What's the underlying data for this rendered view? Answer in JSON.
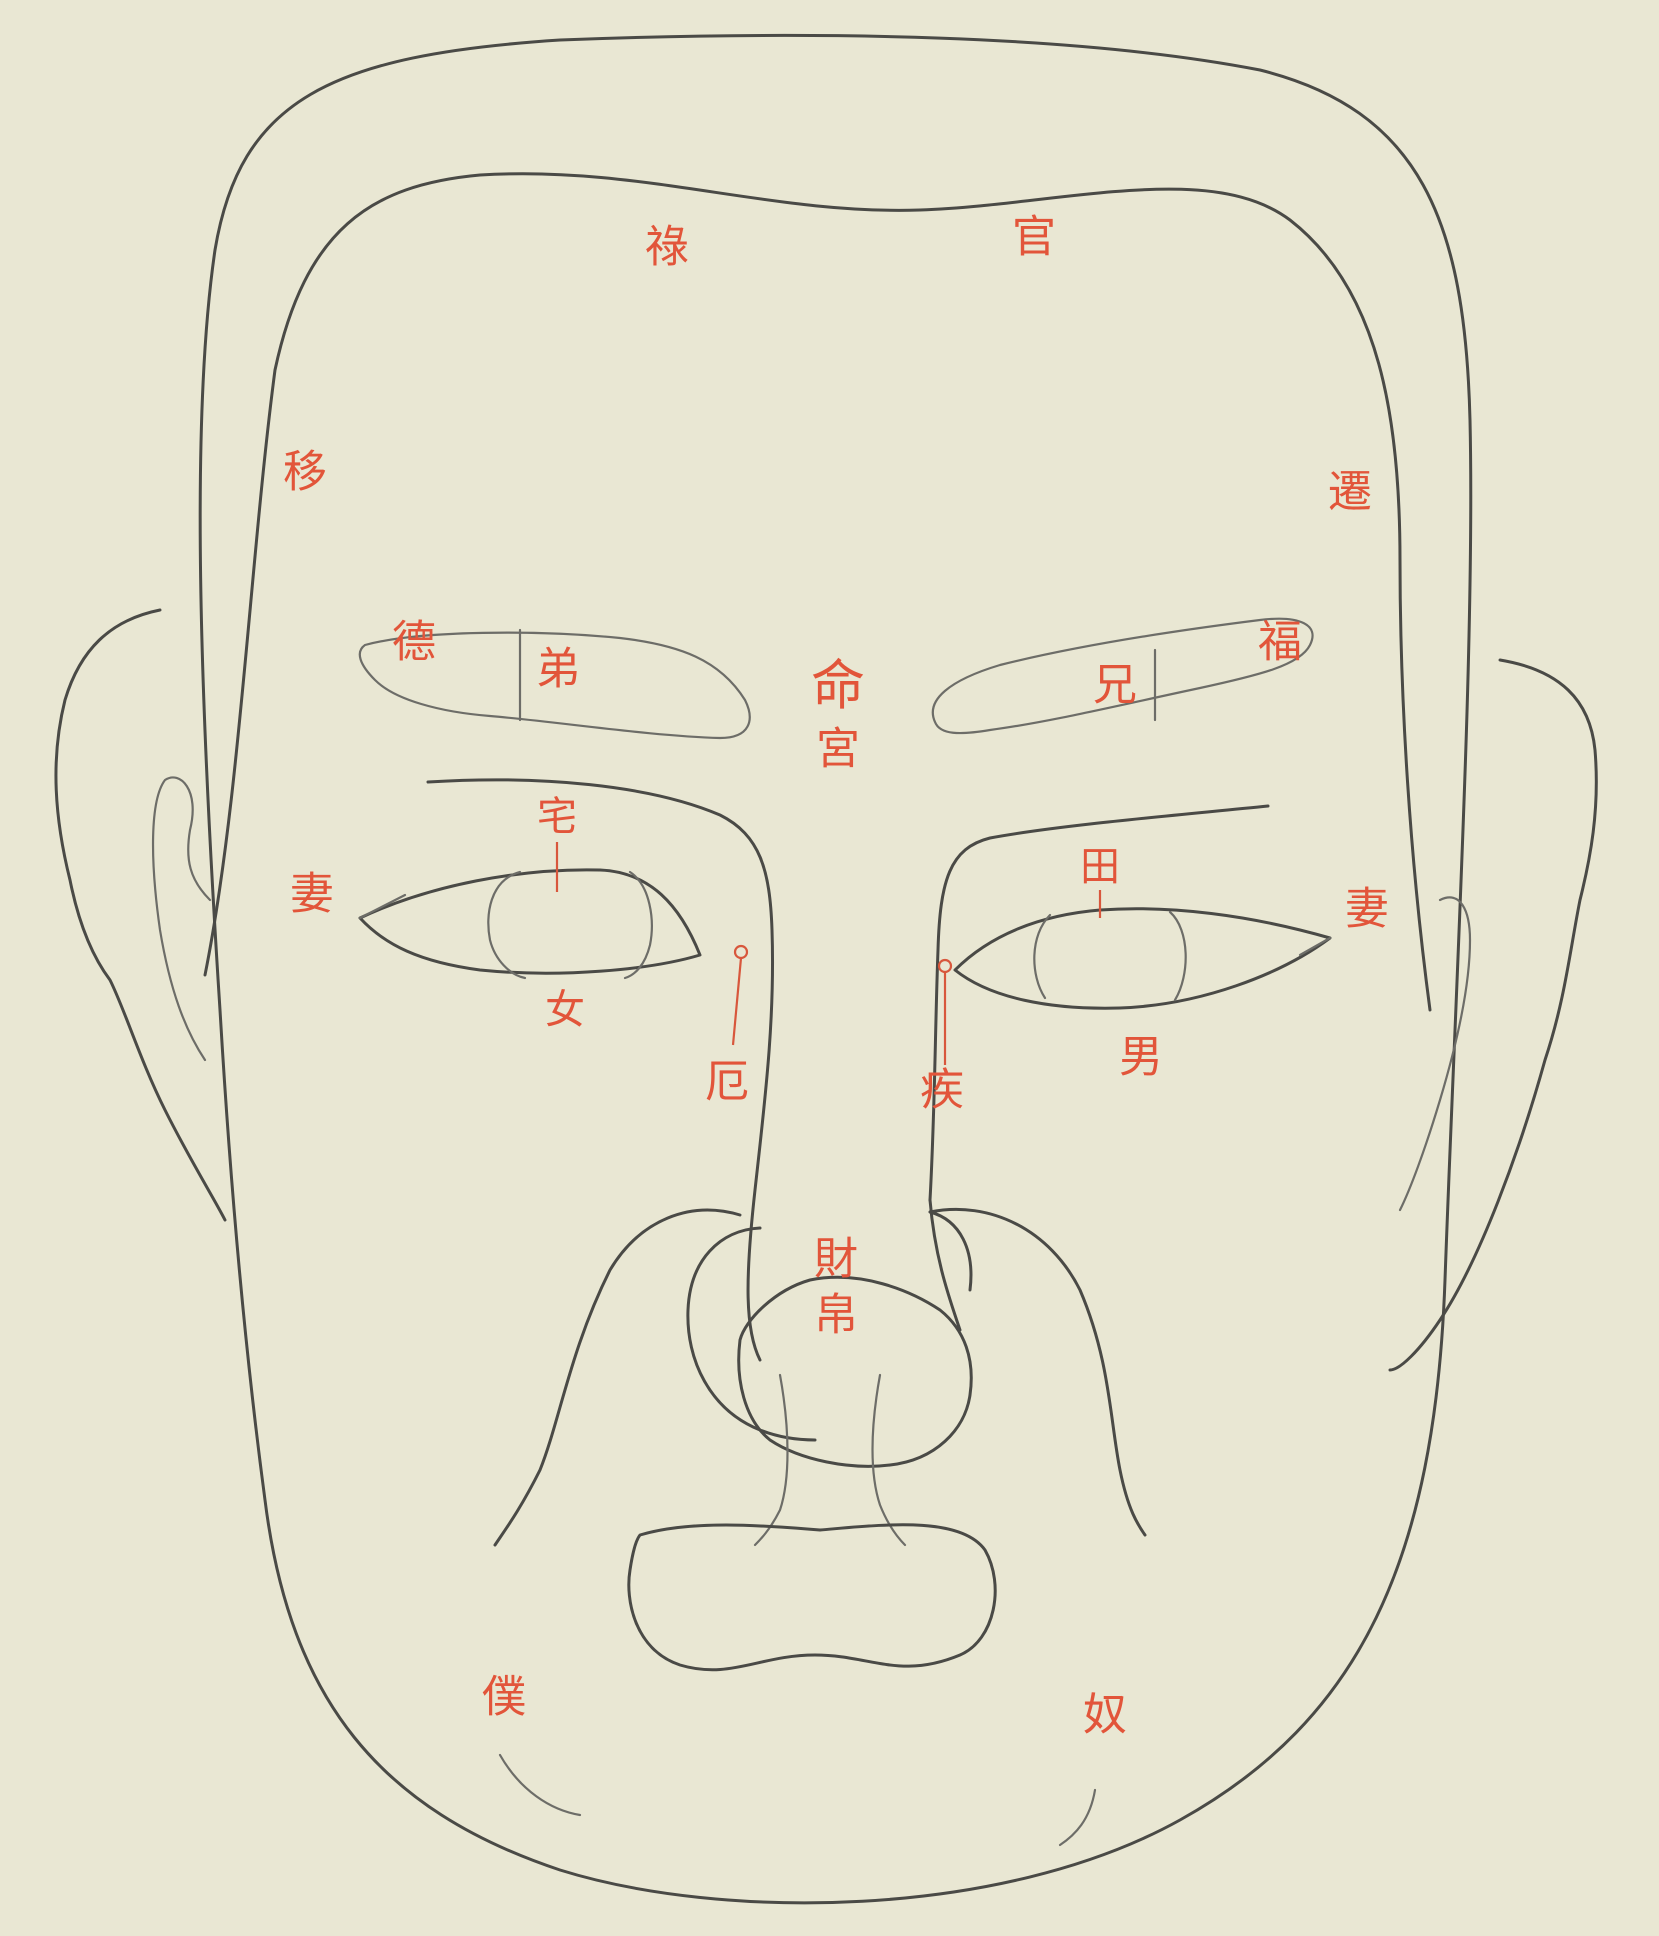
{
  "colors": {
    "paper": "#e9e7d3",
    "ink": "#4a4a46",
    "label": "#e2553a"
  },
  "labels": {
    "lu": "祿",
    "guan": "官",
    "qian": "移",
    "qian_right": "遷",
    "de": "德",
    "fu": "福",
    "di": "弟",
    "xiong": "兄",
    "ming": "命",
    "gong": "宮",
    "zhai": "宅",
    "tian": "田",
    "qi_left": "妻",
    "qi_right": "妻",
    "nu_left": "女",
    "nan_right": "男",
    "ji_left": "疾",
    "e_right": "厄",
    "cai": "財",
    "bo": "帛",
    "pu": "僕",
    "nu_slave": "奴"
  }
}
